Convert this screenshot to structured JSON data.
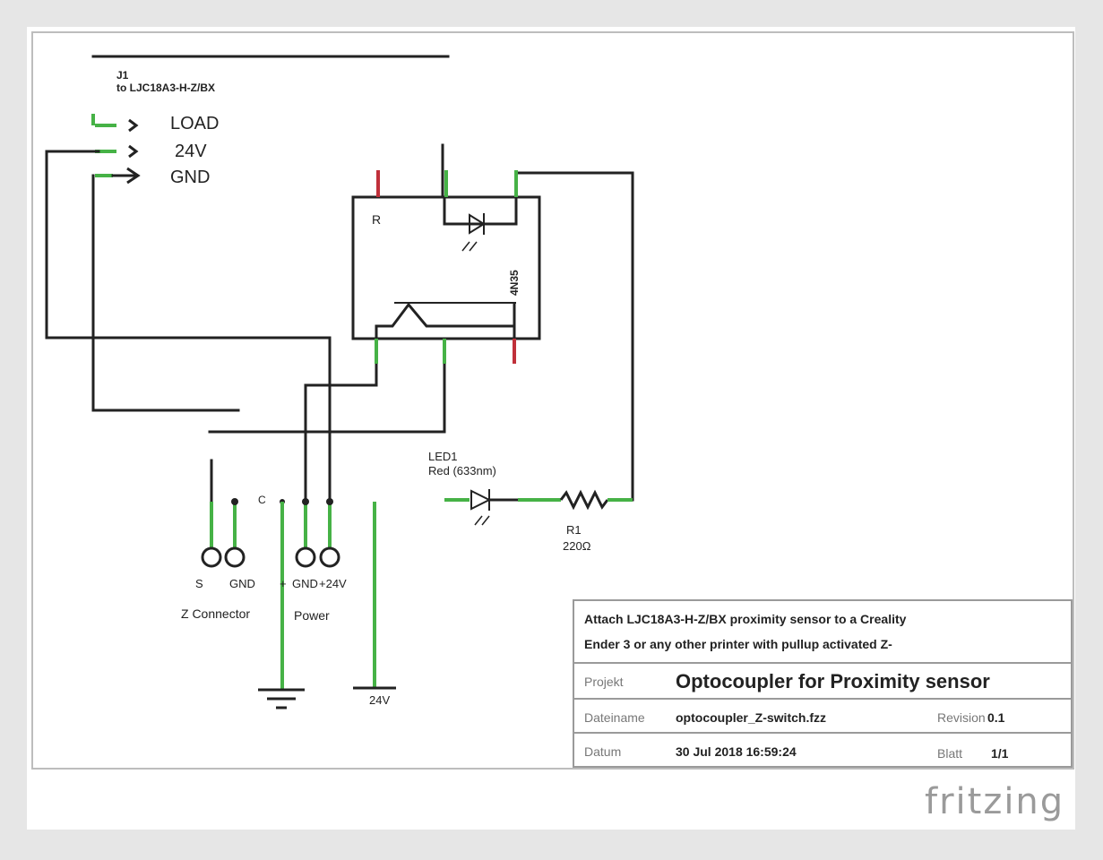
{
  "connector_j1": {
    "ref": "J1",
    "part": "to LJC18A3-H-Z/BX",
    "pins": [
      "LOAD",
      "24V",
      "GND"
    ]
  },
  "optocoupler": {
    "label": "4N35"
  },
  "led": {
    "ref": "LED1",
    "value": "Red (633nm)"
  },
  "resistor": {
    "ref": "R1",
    "value": "220Ω"
  },
  "connectors_bottom": {
    "endstop_pins": [
      "S",
      "GND"
    ],
    "endstop_label": "Z Connector",
    "power_pins": [
      "+",
      "GND",
      "+24V"
    ],
    "power_label": "Power",
    "node_label": "C"
  },
  "symbols": {
    "ground_label": "",
    "supply_label": "24V"
  },
  "title_block": {
    "title_line1": "Attach LJC18A3-H-Z/BX proximity sensor to a Creality",
    "title_line2": "Ender 3 or any other printer with pullup activated Z-",
    "project_label": "Projekt",
    "project_value": "Optocoupler for Proximity sensor",
    "filename_label": "Dateiname",
    "filename_value": "optocoupler_Z-switch.fzz",
    "revision_label": "Revision",
    "revision_value": "0.1",
    "date_label": "Datum",
    "date_value": "30 Jul 2018 16:59:24",
    "sheet_label": "Blatt",
    "sheet_value": "1/1"
  },
  "brand": "fritzing",
  "colors": {
    "pin_green": "#46b246",
    "pin_red": "#c0303a",
    "wire": "#222222"
  }
}
